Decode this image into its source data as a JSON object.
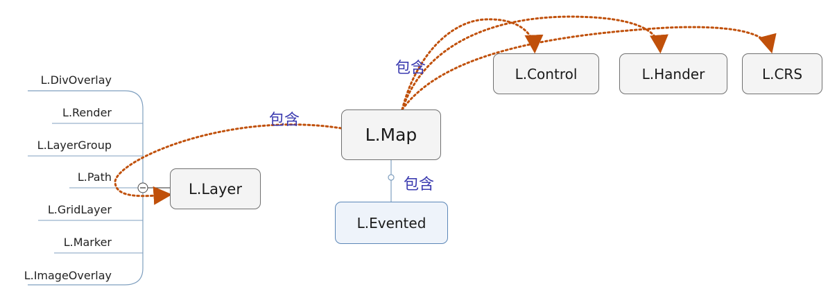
{
  "nodes": {
    "map": "L.Map",
    "evented": "L.Evented",
    "layer": "L.Layer",
    "control": "L.Control",
    "hander": "L.Hander",
    "crs": "L.CRS"
  },
  "layer_children": [
    "L.DivOverlay",
    "L.Render",
    "L.LayerGroup",
    "L.Path",
    "L.GridLayer",
    "L.Marker",
    "L.ImageOverlay"
  ],
  "relationship_label": "包含",
  "collapse_toggle_symbol": "−",
  "colors": {
    "relationship_line": "#c0500a",
    "relationship_text": "#3b3bb0",
    "branch_line": "#7f9fbf",
    "node_border": "#6f6f6f",
    "evented_fill": "#eef3fa"
  }
}
